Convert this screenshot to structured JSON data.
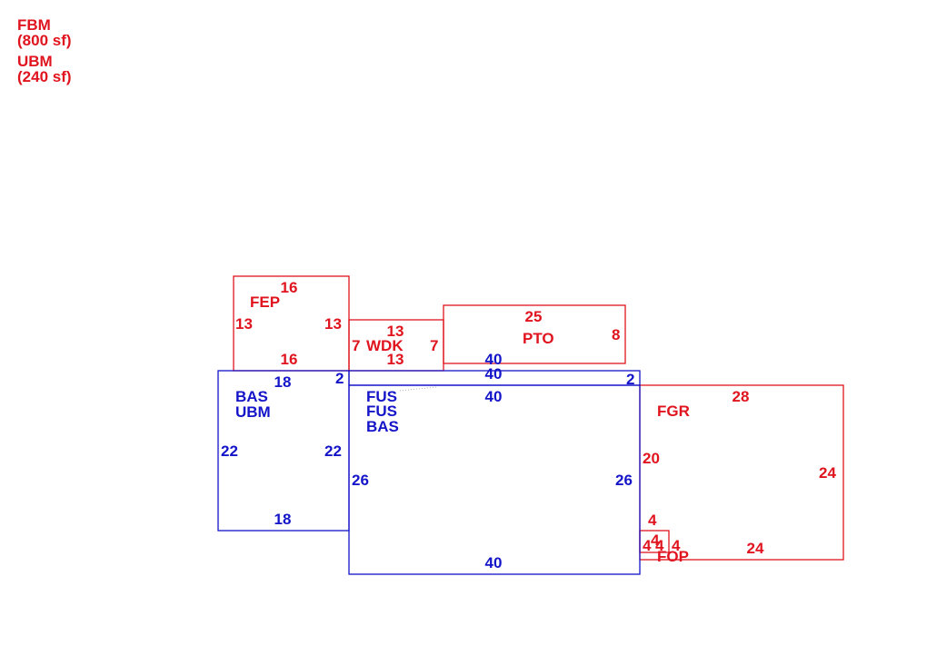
{
  "legend": [
    {
      "code": "FBM",
      "area": "(800 sf)"
    },
    {
      "code": "UBM",
      "area": "(240 sf)"
    }
  ],
  "colors": {
    "exterior": "#e0141e",
    "main": "#1414c8"
  },
  "areas": {
    "fep": {
      "code": "FEP",
      "top": "16",
      "bottom": "16",
      "left": "13",
      "right": "13"
    },
    "wdk": {
      "code": "WDK",
      "top": "13",
      "bottom": "13",
      "left": "7",
      "right": "7"
    },
    "pto": {
      "code": "PTO",
      "top": "25",
      "right": "8",
      "bottom": "40"
    },
    "strip": {
      "top": "40",
      "right": "2"
    },
    "left_block": {
      "codes": [
        "BAS",
        "UBM"
      ],
      "top": "18",
      "top_right": "2",
      "left": "22",
      "right": "22",
      "bottom": "18"
    },
    "main_block": {
      "codes": [
        "FUS",
        "FUS",
        "BAS"
      ],
      "top": "40",
      "left": "26",
      "right": "26",
      "bottom": "40"
    },
    "fgr": {
      "code": "FGR",
      "top": "28",
      "left": "20",
      "right": "24",
      "bottom": "24",
      "small": "4"
    },
    "fop": {
      "code": "FOP",
      "labels": [
        "4",
        "4",
        "4",
        "4"
      ]
    }
  }
}
